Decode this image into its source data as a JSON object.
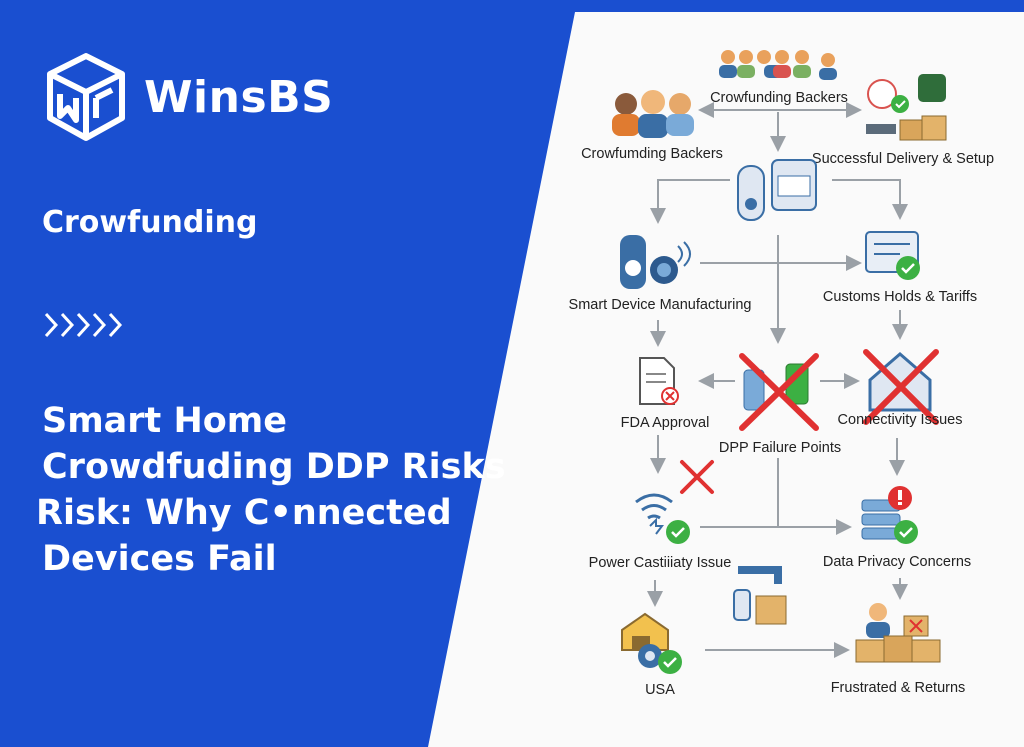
{
  "brand": {
    "name": "WinsBS",
    "logo_icon": "cube-w-logo-icon"
  },
  "category": "Crowfunding",
  "arrows_glyph": "»»»»»",
  "headline": {
    "line1": "Smart Home",
    "line2": "Crowdfuding DDP Risks",
    "line3": "Risk: Why C•nnected",
    "line4": "Devices Fail"
  },
  "diagram": {
    "nodes": {
      "backers_top": "Crowfunding Backers",
      "backers_left": "Crowfumding Backers",
      "delivery": "Successful Delivery & Setup",
      "manufacturing": "Smart Device Manufacturing",
      "customs": "Customs Holds & Tariffs",
      "fda": "FDA Approval",
      "ddp": "DPP Failure Points",
      "connectivity": "Connectivity Issues",
      "power": "Power Castiiiaty Issue",
      "privacy": "Data Privacy Concerns",
      "usa": "USA",
      "returns": "Frustrated & Returns"
    },
    "colors": {
      "accent_blue": "#1a4fd0",
      "fail_red": "#e03131",
      "ok_green": "#3cb043",
      "arrow_gray": "#9aa0a6"
    }
  }
}
